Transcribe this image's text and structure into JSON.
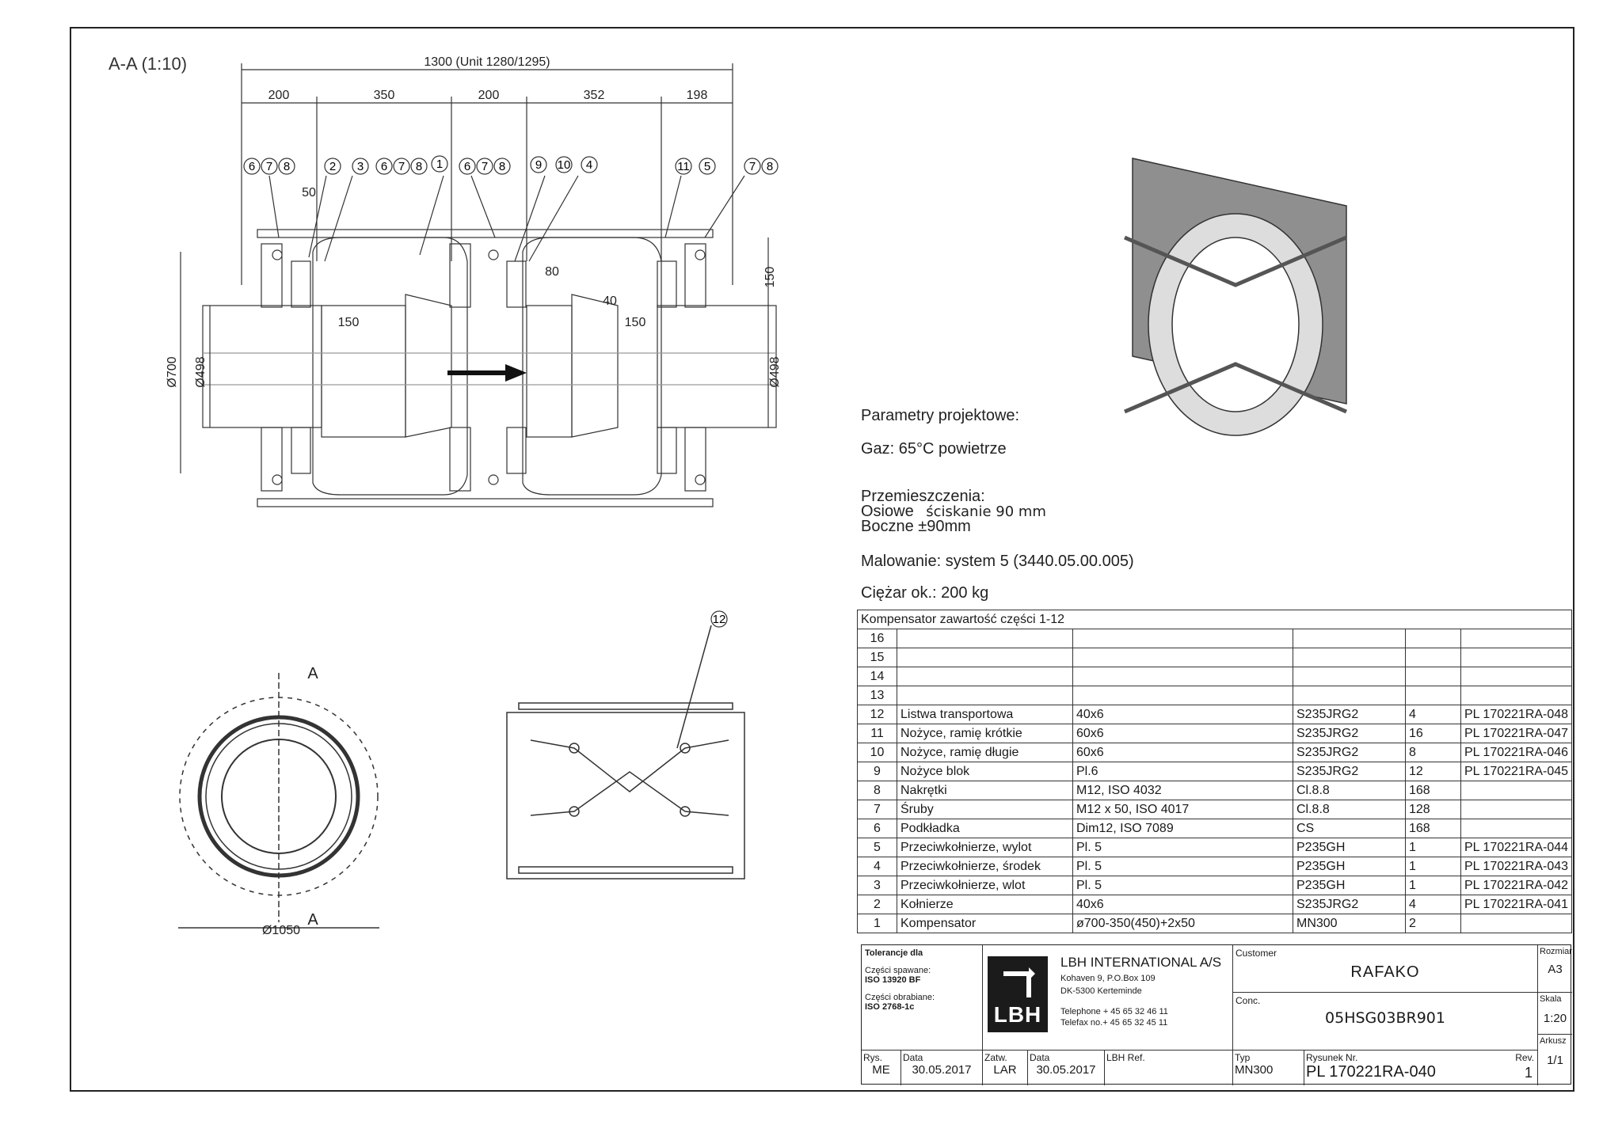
{
  "view": {
    "section_label": "A-A (1:10)",
    "overall_dim": "1300 (Unit 1280/1295)",
    "chain_dims": [
      "200",
      "350",
      "200",
      "352",
      "198"
    ],
    "dim_50": "50",
    "dim_80": "80",
    "dim_40": "40",
    "dim_150_left": "150",
    "dim_150_right": "150",
    "dim_150_vert": "150",
    "dia_700": "Ø700",
    "dia_498_left": "Ø498",
    "dia_498_right": "Ø498",
    "dia_1050": "Ø1050",
    "section_mark": "A",
    "balloons": [
      {
        "t": "6"
      },
      {
        "t": "7"
      },
      {
        "t": "8"
      },
      {
        "t": "2"
      },
      {
        "t": "3"
      },
      {
        "t": "6"
      },
      {
        "t": "7"
      },
      {
        "t": "8"
      },
      {
        "t": "1"
      },
      {
        "t": "6"
      },
      {
        "t": "7"
      },
      {
        "t": "8"
      },
      {
        "t": "9"
      },
      {
        "t": "10"
      },
      {
        "t": "4"
      },
      {
        "t": "11"
      },
      {
        "t": "5"
      },
      {
        "t": "7"
      },
      {
        "t": "8"
      }
    ],
    "balloon_12": "12"
  },
  "params": {
    "title": "Parametry projektowe:",
    "gas": "Gaz: 65°C powietrze",
    "movements": "Przemieszczenia:",
    "axial": "Osiowe",
    "axial_value": "ściskanie 90 mm",
    "lateral": "Boczne ±90mm",
    "painting": "Malowanie: system 5 (3440.05.00.005)",
    "weight": "Ciężar ok.: 200 kg"
  },
  "parts_table": {
    "caption": "Kompensator zawartość części 1-12",
    "rows": [
      [
        "16",
        "",
        "",
        "",
        "",
        ""
      ],
      [
        "15",
        "",
        "",
        "",
        "",
        ""
      ],
      [
        "14",
        "",
        "",
        "",
        "",
        ""
      ],
      [
        "13",
        "",
        "",
        "",
        "",
        ""
      ],
      [
        "12",
        "Listwa transportowa",
        "40x6",
        "S235JRG2",
        "4",
        "PL 170221RA-048"
      ],
      [
        "11",
        "Nożyce, ramię krótkie",
        "60x6",
        "S235JRG2",
        "16",
        "PL 170221RA-047"
      ],
      [
        "10",
        "Nożyce, ramię długie",
        "60x6",
        "S235JRG2",
        "8",
        "PL 170221RA-046"
      ],
      [
        "9",
        "Nożyce blok",
        "Pl.6",
        "S235JRG2",
        "12",
        "PL 170221RA-045"
      ],
      [
        "8",
        "Nakrętki",
        "M12, ISO 4032",
        "Cl.8.8",
        "168",
        ""
      ],
      [
        "7",
        "Śruby",
        "M12 x 50, ISO 4017",
        "Cl.8.8",
        "128",
        ""
      ],
      [
        "6",
        "Podkładka",
        "Dim12, ISO 7089",
        "CS",
        "168",
        ""
      ],
      [
        "5",
        "Przeciwkołnierze, wylot",
        "Pl. 5",
        "P235GH",
        "1",
        "PL 170221RA-044"
      ],
      [
        "4",
        "Przeciwkołnierze, środek",
        "Pl. 5",
        "P235GH",
        "1",
        "PL 170221RA-043"
      ],
      [
        "3",
        "Przeciwkołnierze, wlot",
        "Pl. 5",
        "P235GH",
        "1",
        "PL 170221RA-042"
      ],
      [
        "2",
        "Kołnierze",
        "40x6",
        "S235JRG2",
        "4",
        "PL 170221RA-041"
      ],
      [
        "1",
        "Kompensator",
        "ø700-350(450)+2x50",
        "MN300",
        "2",
        ""
      ]
    ]
  },
  "title_block": {
    "tol_label": "Tolerancje dla",
    "welded_label": "Części spawane:",
    "welded_std": "ISO 13920 BF",
    "machined_label": "Części obrabiane:",
    "machined_std": "ISO 2768-1c",
    "logo": "LBH",
    "company": "LBH INTERNATIONAL A/S",
    "addr1": "Kohaven 9, P.O.Box 109",
    "addr2": "DK-5300 Kerteminde",
    "tel": "Telephone + 45 65 32 46 11",
    "fax": "Telefax no.+ 45 65 32 45 11",
    "customer_label": "Customer",
    "customer": "RAFAKO",
    "conc_label": "Conc.",
    "conc": "05HSG03BR901",
    "size_label": "Rozmiar",
    "size": "A3",
    "scale_label": "Skala",
    "scale": "1:20",
    "sheet_label": "Arkusz",
    "sheet": "1/1",
    "drawn_label": "Rys.",
    "drawn": "ME",
    "date_label": "Data",
    "date": "30.05.2017",
    "appr_label": "Zatw.",
    "appr": "LAR",
    "date2_label": "Data",
    "date2": "30.05.2017",
    "ref_label": "LBH Ref.",
    "type_label": "Typ",
    "type": "MN300",
    "drawing_no_label": "Rysunek Nr.",
    "drawing_no": "PL 170221RA-040",
    "rev_label": "Rev.",
    "rev": "1"
  }
}
